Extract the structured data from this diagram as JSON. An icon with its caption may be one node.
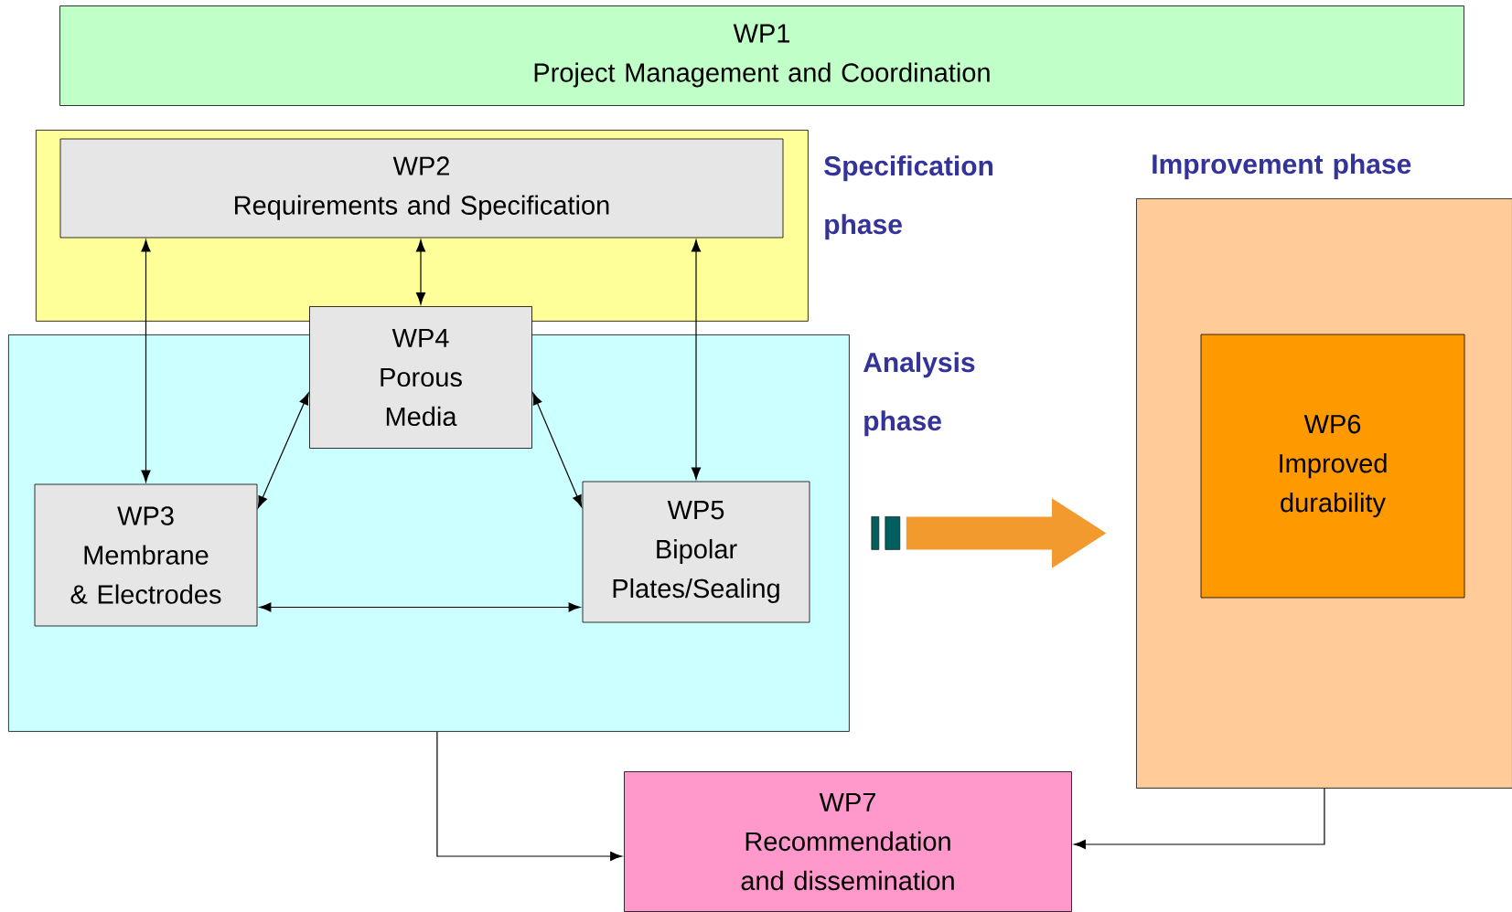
{
  "diagram": {
    "nodes": [
      {
        "text": [
          "WP1",
          "Project Management and Coordination"
        ]
      },
      {
        "text": [
          "Specification phase"
        ]
      },
      {
        "text": [
          "WP2",
          "Requirements and Specification"
        ],
        "in": 1
      },
      {
        "text": [
          "Analysis phase"
        ]
      },
      {
        "text": [
          "WP4",
          "Porous Media"
        ]
      },
      {
        "text": [
          "WP3",
          "Membrane & Electrodes"
        ],
        "in": 3
      },
      {
        "text": [
          "WP5",
          "Bipolar Plates/Sealing"
        ],
        "in": 3
      },
      {
        "text": [
          "Improvement phase"
        ]
      },
      {
        "text": [
          "WP6",
          "Improved durability"
        ],
        "in": 7
      },
      {
        "text": [
          "WP7",
          "Recommendation and dissemination"
        ]
      }
    ],
    "edges": [
      {
        "from": 2,
        "to": 5,
        "arrow": "both"
      },
      {
        "from": 2,
        "to": 4,
        "arrow": "both"
      },
      {
        "from": 2,
        "to": 6,
        "arrow": "both"
      },
      {
        "from": 4,
        "to": 5,
        "arrow": "both"
      },
      {
        "from": 4,
        "to": 6,
        "arrow": "both"
      },
      {
        "from": 5,
        "to": 6,
        "arrow": "both"
      },
      {
        "from": 3,
        "to": 7,
        "arrow": "to",
        "style": "thick",
        "color": "#f39a2e"
      },
      {
        "from": 3,
        "to": 9,
        "arrow": "to"
      },
      {
        "from": 7,
        "to": 9,
        "arrow": "to"
      }
    ]
  }
}
